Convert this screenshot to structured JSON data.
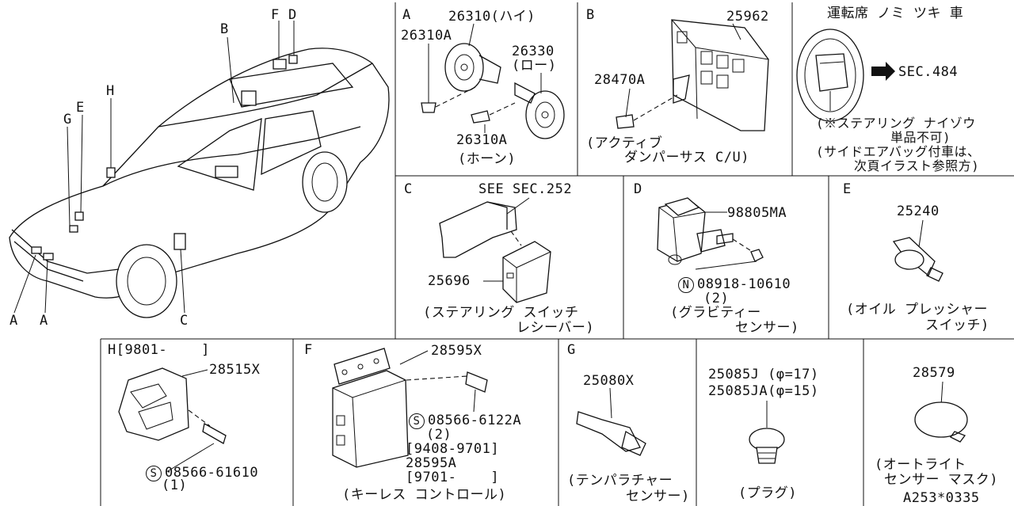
{
  "car": {
    "labels": {
      "F": "F",
      "D": "D",
      "B": "B",
      "H": "H",
      "E": "E",
      "G": "G",
      "A1": "A",
      "A2": "A",
      "C": "C"
    }
  },
  "A": {
    "letter": "A",
    "p1": "26310(ハイ)",
    "p2": "26310A",
    "p3": "26330",
    "p3sub": "(ロー)",
    "p4": "26310A",
    "caption": "(ホーン)"
  },
  "B": {
    "letter": "B",
    "p1": "25962",
    "p2": "28470A",
    "cap1": "(アクティブ",
    "cap2": "ダンパーサス C/U)"
  },
  "steer": {
    "title": "運転席 ノミ ツキ 車",
    "sec": "SEC.484",
    "n1": "(※ステアリング ナイゾウ",
    "n2": "単品不可)",
    "n3": "(サイドエアバッグ付車は、",
    "n4": "次頁イラスト参照方)"
  },
  "C": {
    "letter": "C",
    "see": "SEE SEC.252",
    "p1": "25696",
    "cap1": "(ステアリング スイッチ",
    "cap2": "レシーバー)"
  },
  "D": {
    "letter": "D",
    "p1": "98805MA",
    "nut": "N",
    "p2": "08918-10610",
    "qty": "(2)",
    "cap1": "(グラビティー",
    "cap2": "センサー)"
  },
  "E": {
    "letter": "E",
    "p1": "25240",
    "cap1": "(オイル プレッシャー",
    "cap2": "スイッチ)"
  },
  "H": {
    "header": "H[9801-    ]",
    "p1": "28515X",
    "screw": "S",
    "p2": "08566-61610",
    "qty": "(1)"
  },
  "F": {
    "letter": "F",
    "p1": "28595X",
    "screw": "S",
    "p2": "08566-6122A",
    "qty": "(2)",
    "r1": "[9408-9701]",
    "p3": "28595A",
    "r2": "[9701-    ]",
    "cap": "(キーレス コントロール)"
  },
  "G": {
    "letter": "G",
    "p1": "25080X",
    "cap1": "(テンパラチャー",
    "cap2": "センサー)"
  },
  "plug": {
    "p1": "25085J (φ=17)",
    "p2": "25085JA(φ=15)",
    "cap": "(プラグ)"
  },
  "mask": {
    "p1": "28579",
    "cap1": "(オートライト",
    "cap2": "センサー マスク)",
    "ref": "A253*0335"
  }
}
